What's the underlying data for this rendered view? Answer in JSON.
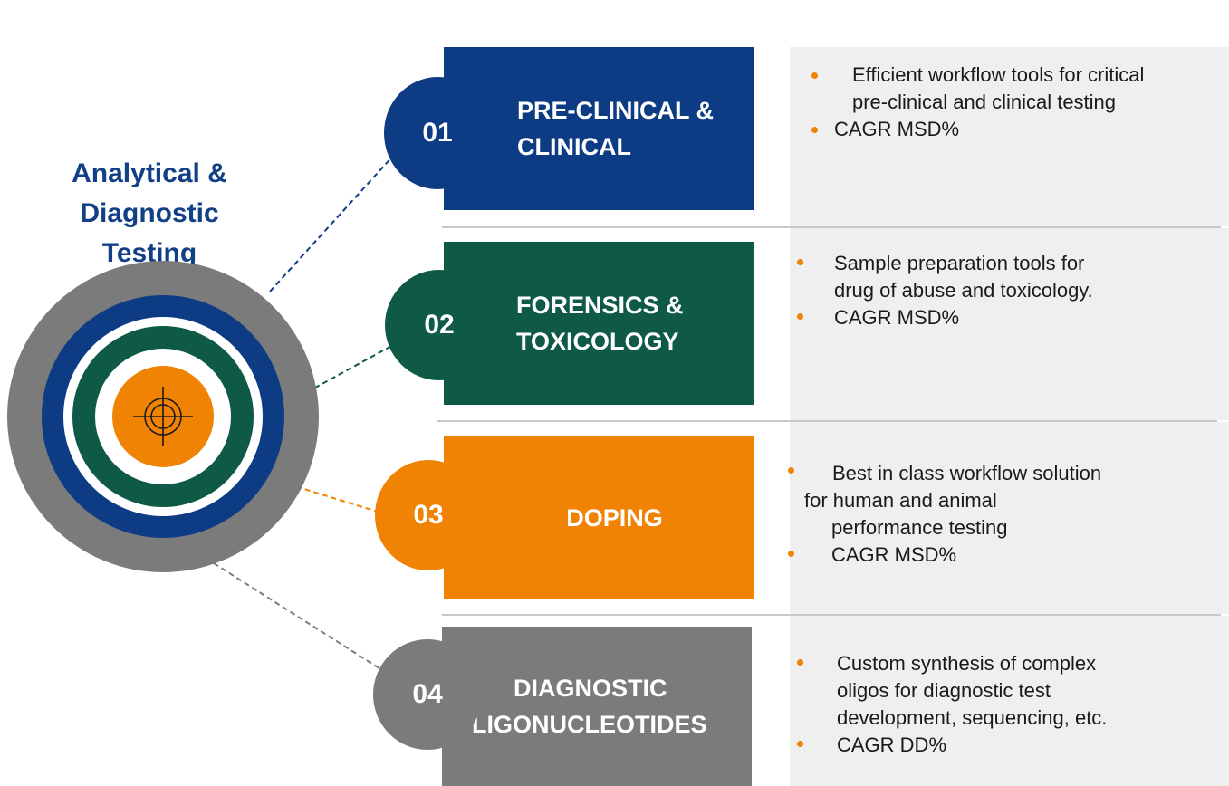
{
  "title": {
    "line1": "Analytical &",
    "line2": "Diagnostic Testing"
  },
  "colors": {
    "blue": "#0e3c84",
    "green": "#0e5a46",
    "orange": "#f08204",
    "gray": "#7b7b7b",
    "title": "#123f86",
    "panel": "#efefef",
    "bullet": "#f08204"
  },
  "target_icon": "crosshair-icon",
  "segments": [
    {
      "number": "01",
      "name_lines": [
        "PRE-CLINICAL &",
        "CLINICAL"
      ],
      "bullets": [
        {
          "lines": [
            "Efficient workflow tools for critical",
            "pre-clinical and clinical testing"
          ]
        },
        {
          "lines": [
            "CAGR MSD%"
          ]
        }
      ]
    },
    {
      "number": "02",
      "name_lines": [
        "FORENSICS &",
        "TOXICOLOGY"
      ],
      "bullets": [
        {
          "lines": [
            "Sample preparation tools for",
            "drug of abuse and toxicology."
          ]
        },
        {
          "lines": [
            "CAGR MSD%"
          ]
        }
      ]
    },
    {
      "number": "03",
      "name_lines": [
        "DOPING"
      ],
      "bullets": [
        {
          "lines": [
            "Best in class workflow solution",
            "for human and animal",
            "performance testing"
          ]
        },
        {
          "lines": [
            "CAGR MSD%"
          ]
        }
      ]
    },
    {
      "number": "04",
      "name_lines": [
        "DIAGNOSTIC",
        "OLIGONUCLEOTIDES"
      ],
      "bullets": [
        {
          "lines": [
            "Custom synthesis of complex",
            "oligos for diagnostic test",
            "development, sequencing, etc."
          ]
        },
        {
          "lines": [
            "CAGR DD%"
          ]
        }
      ]
    }
  ]
}
